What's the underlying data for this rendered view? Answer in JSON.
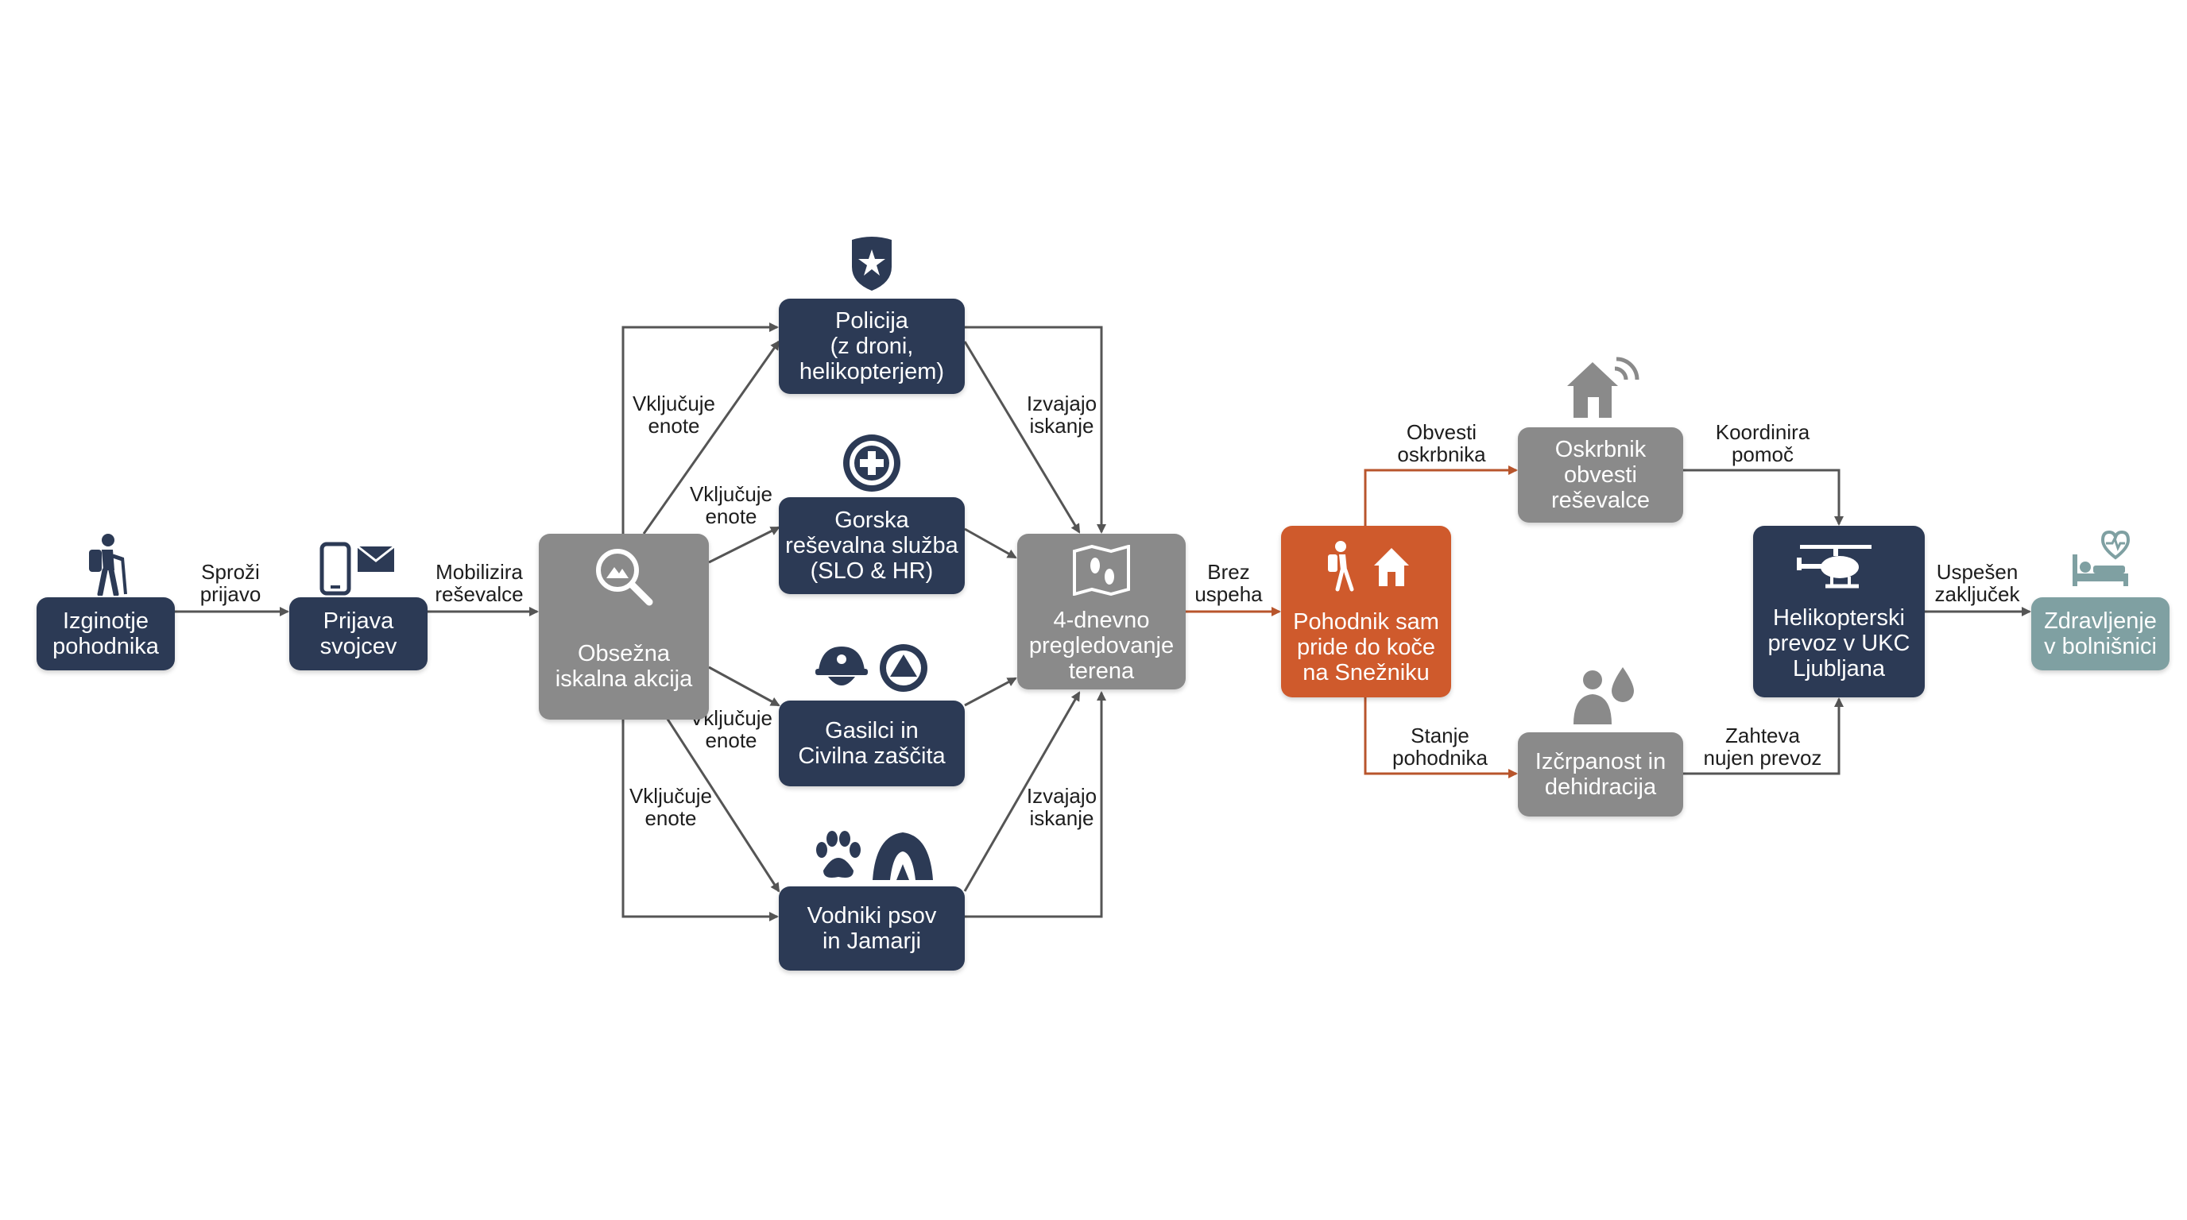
{
  "nodes": {
    "izginotje": "Izginotje\npohodnika",
    "prijava": "Prijava\nsvojcev",
    "obsezna": "Obsežna\niskalna akcija",
    "policija": "Policija\n(z droni,\nhelikopterjem)",
    "gorska": "Gorska\nreševalna služba\n(SLO & HR)",
    "gasilci": "Gasilci in\nCivilna zaščita",
    "vodniki": "Vodniki psov\nin Jamarji",
    "pregledovanje": "4-dnevno\npregledovanje\nterena",
    "pohodnik_sam": "Pohodnik sam\npride do koče\nna Snežniku",
    "oskrbnik": "Oskrbnik\nobvesti\nreševalce",
    "izcrpanost": "Izčrpanost in\ndehidracija",
    "helikopterski": "Helikopterski\nprevoz v UKC\nLjubljana",
    "zdravljenje": "Zdravljenje\nv bolnišnici"
  },
  "edges": {
    "sprozi": "Sproži\nprijavo",
    "mobilizira": "Mobilizira\nreševalce",
    "vkljucuje_1": "Vključuje\nenote",
    "vkljucuje_2": "Vključuje\nenote",
    "vkljucuje_3": "Vključuje\nenote",
    "vkljucuje_4": "Vključuje\nenote",
    "izvajajo_1": "Izvajajo\niskanje",
    "izvajajo_2": "Izvajajo\niskanje",
    "brez": "Brez\nuspeha",
    "obvesti": "Obvesti\noskrbnika",
    "stanje": "Stanje\npohodnika",
    "koordinira": "Koordinira\npomoč",
    "zahteva": "Zahteva\nnujen prevoz",
    "uspesen": "Uspešen\nzaključek"
  },
  "colors": {
    "navy": "#2c3a55",
    "gray": "#8a8a8a",
    "orange": "#cf5a2c",
    "teal": "#7fa0a2",
    "arrow": "#555555",
    "arrow_orange": "#b8552c"
  },
  "icons": [
    "hiker-icon",
    "phone-icon",
    "mail-icon",
    "search-icon",
    "police-badge-icon",
    "mountain-rescue-emblem-icon",
    "firefighter-helmet-icon",
    "civil-protection-icon",
    "paw-icon",
    "cave-icon",
    "map-footprints-icon",
    "hiker-hut-icon",
    "house-signal-icon",
    "person-drop-icon",
    "helicopter-icon",
    "hospital-bed-icon"
  ]
}
